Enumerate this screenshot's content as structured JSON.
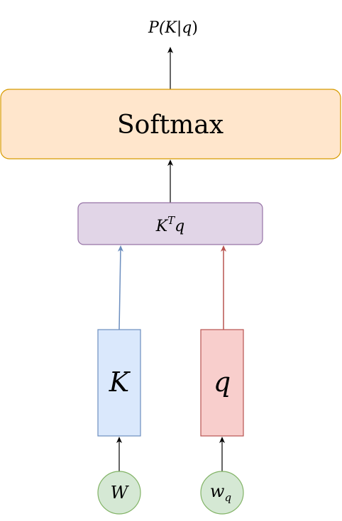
{
  "diagram": {
    "output": {
      "open": "P(",
      "var": "K",
      "bar": "|",
      "given": "q",
      "close": ")"
    },
    "softmax": {
      "label": "Softmax"
    },
    "product": {
      "base": "K",
      "superscript": "T",
      "vector": "q"
    },
    "key_box": {
      "label": "K"
    },
    "query_box": {
      "label": "q"
    },
    "key_input": {
      "label": "W"
    },
    "query_input": {
      "base": "w",
      "subscript": "q"
    },
    "colors": {
      "softmax_fill": "#ffe6cc",
      "softmax_stroke": "#d79b00",
      "product_fill": "#e1d5e7",
      "product_stroke": "#9673a6",
      "key_fill": "#dae8fc",
      "key_stroke": "#6c8ebf",
      "query_fill": "#f8cecc",
      "query_stroke": "#b85450",
      "input_fill": "#d5e8d4",
      "input_stroke": "#82b366",
      "arrow_default": "#000000"
    }
  }
}
